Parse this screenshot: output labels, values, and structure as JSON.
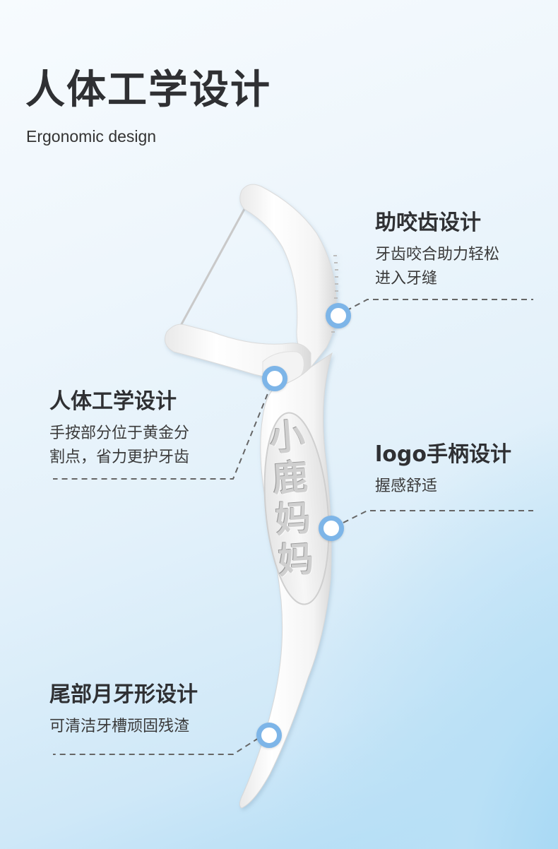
{
  "header": {
    "title": "人体工学设计",
    "subtitle": "Ergonomic design"
  },
  "product": {
    "brand_emboss": [
      "小",
      "鹿",
      "妈",
      "妈"
    ]
  },
  "features": [
    {
      "title": "助咬齿设计",
      "desc_lines": [
        "牙齿咬合助力轻松",
        "进入牙缝"
      ]
    },
    {
      "title": "人体工学设计",
      "desc_lines": [
        "手按部分位于黄金分",
        "割点，省力更护牙齿"
      ]
    },
    {
      "title": "logo手柄设计",
      "desc_lines": [
        "握感舒适"
      ]
    },
    {
      "title": "尾部月牙形设计",
      "desc_lines": [
        "可清洁牙槽顽固残渣"
      ]
    }
  ],
  "colors": {
    "marker_ring": "#7db5e8",
    "title_text": "#2f3033",
    "leader_line": "#666666",
    "bg_light": "#f7fbfe",
    "bg_blue": "#a9d9f4"
  }
}
